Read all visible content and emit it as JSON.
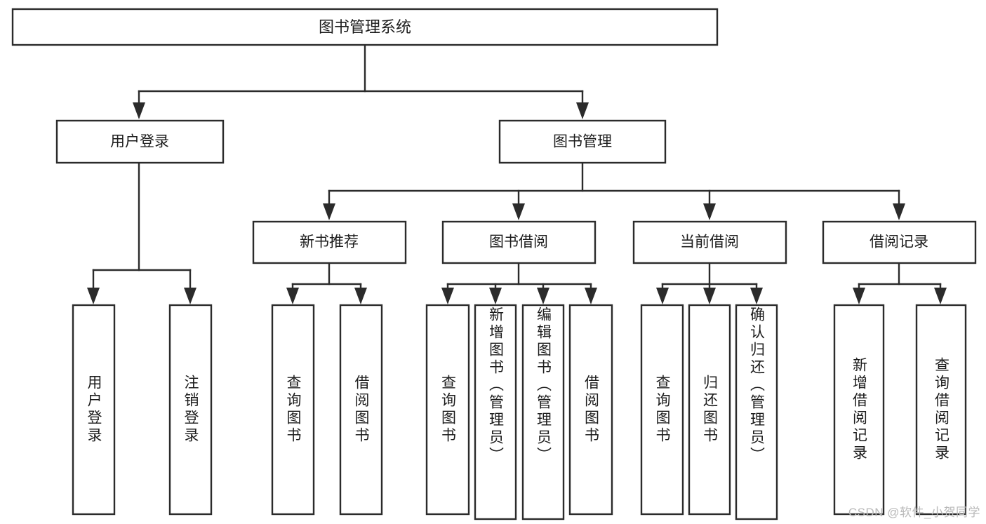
{
  "diagram": {
    "title": "图书管理系统",
    "type": "tree-hierarchy-diagram",
    "colors": {
      "stroke": "#2b2b2b",
      "fill": "#ffffff",
      "text": "#1c1c1c",
      "watermark": "#b9b9b9"
    },
    "levels": {
      "root": {
        "label": "图书管理系统"
      },
      "level2": [
        {
          "label": "用户登录"
        },
        {
          "label": "图书管理"
        }
      ],
      "level3": [
        {
          "label": "新书推荐"
        },
        {
          "label": "图书借阅"
        },
        {
          "label": "当前借阅"
        },
        {
          "label": "借阅记录"
        }
      ],
      "leaves": {
        "user_login": [
          {
            "label": "用户登录"
          },
          {
            "label": "注销登录"
          }
        ],
        "new_book_recommend": [
          {
            "label": "查询图书"
          },
          {
            "label": "借阅图书"
          }
        ],
        "book_borrow": [
          {
            "label": "查询图书"
          },
          {
            "label": "新增图书（管理员）"
          },
          {
            "label": "编辑图书（管理员）"
          },
          {
            "label": "借阅图书"
          }
        ],
        "current_borrow": [
          {
            "label": "查询图书"
          },
          {
            "label": "归还图书"
          },
          {
            "label": "确认归还（管理员）"
          }
        ],
        "borrow_record": [
          {
            "label": "新增借阅记录"
          },
          {
            "label": "查询借阅记录"
          }
        ]
      }
    }
  },
  "watermark": {
    "text": "CSDN @软件_小贺同学"
  }
}
